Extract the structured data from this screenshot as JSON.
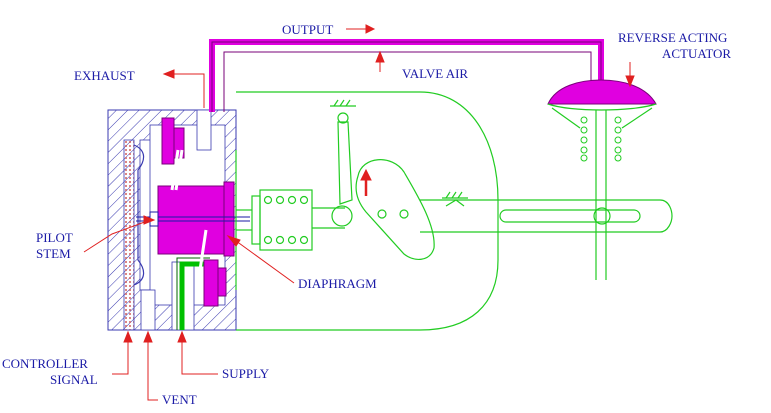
{
  "labels": {
    "output": "OUTPUT",
    "valve_air": "VALVE AIR",
    "exhaust": "EXHAUST",
    "reverse_line1": "REVERSE ACTING",
    "reverse_line2": "ACTUATOR",
    "pilot": "PILOT",
    "stem": "STEM",
    "diaphragm": "DIAPHRAGM",
    "controller": "CONTROLLER",
    "signal": "SIGNAL",
    "supply": "SUPPLY",
    "vent": "VENT"
  },
  "colors": {
    "text": "#1a1aa6",
    "arrow": "#e02020",
    "magenta": "#e000e0",
    "green_line": "#22cc22",
    "supply_green": "#00c000",
    "hatch": "#3a3ab0",
    "signal_pink": "#f0a0a0"
  }
}
